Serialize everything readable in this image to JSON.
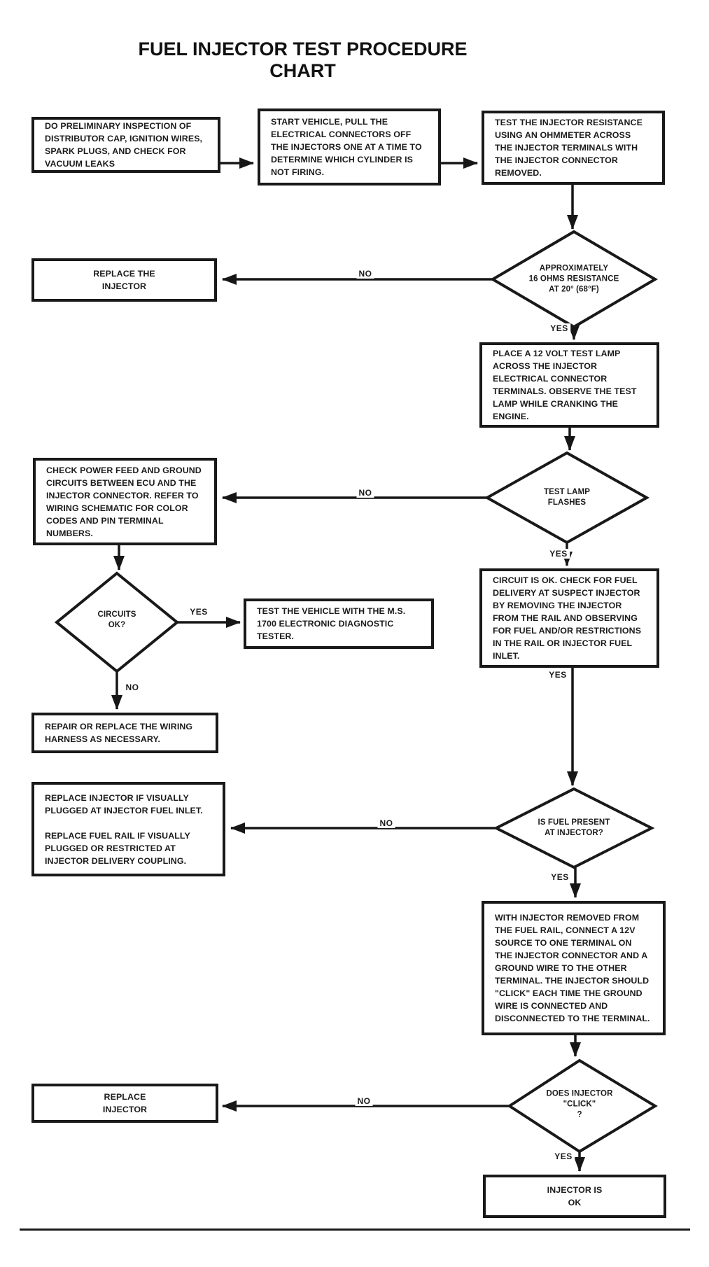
{
  "title": "FUEL INJECTOR TEST PROCEDURE CHART",
  "labels": {
    "yes": "YES",
    "no": "NO"
  },
  "nodes": {
    "preliminary_inspection": {
      "label": "DO PRELIMINARY INSPECTION OF\nDISTRIBUTOR CAP, IGNITION WIRES,\nSPARK PLUGS, AND CHECK FOR\nVACUUM LEAKS"
    },
    "start_vehicle": {
      "label": "START VEHICLE, PULL THE\nELECTRICAL CONNECTORS OFF\nTHE INJECTORS ONE AT A TIME TO\nDETERMINE WHICH CYLINDER IS\nNOT FIRING."
    },
    "test_resistance": {
      "label": "TEST THE INJECTOR RESISTANCE\nUSING AN OHMMETER ACROSS\nTHE INJECTOR TERMINALS WITH\nTHE INJECTOR CONNECTOR\nREMOVED."
    },
    "resistance_decision": {
      "label": "APPROXIMATELY\n16 OHMS RESISTANCE\nAT 20° (68°F)"
    },
    "replace_the_injector": {
      "label": "REPLACE THE\nINJECTOR"
    },
    "test_lamp": {
      "label": "PLACE A 12 VOLT TEST LAMP\nACROSS THE INJECTOR\nELECTRICAL CONNECTOR\nTERMINALS. OBSERVE THE TEST\nLAMP WHILE CRANKING THE\nENGINE."
    },
    "lamp_flashes_decision": {
      "label": "TEST LAMP\nFLASHES"
    },
    "check_power_feed": {
      "label": "CHECK POWER FEED AND GROUND\nCIRCUITS BETWEEN ECU AND THE\nINJECTOR CONNECTOR. REFER TO\nWIRING SCHEMATIC FOR COLOR\nCODES AND PIN TERMINAL\nNUMBERS."
    },
    "circuit_ok_check_fuel": {
      "label": "CIRCUIT IS OK. CHECK FOR FUEL\nDELIVERY AT SUSPECT INJECTOR\nBY REMOVING THE INJECTOR\nFROM THE RAIL AND OBSERVING\nFOR FUEL AND/OR RESTRICTIONS\nIN THE RAIL OR INJECTOR FUEL\nINLET."
    },
    "circuits_ok_decision": {
      "label": "CIRCUITS\nOK?"
    },
    "diagnostic_tester": {
      "label": "TEST THE VEHICLE WITH THE M.S.\n1700 ELECTRONIC DIAGNOSTIC\nTESTER."
    },
    "repair_harness": {
      "label": "REPAIR OR REPLACE THE WIRING\nHARNESS AS NECESSARY."
    },
    "replace_if_plugged": {
      "label": "REPLACE INJECTOR IF VISUALLY\nPLUGGED AT INJECTOR FUEL INLET.\n\nREPLACE FUEL RAIL IF VISUALLY\nPLUGGED OR RESTRICTED AT\nINJECTOR DELIVERY COUPLING."
    },
    "fuel_present_decision": {
      "label": "IS FUEL PRESENT\nAT INJECTOR?"
    },
    "click_test": {
      "label": "WITH INJECTOR REMOVED FROM\nTHE FUEL RAIL, CONNECT A 12V\nSOURCE TO ONE TERMINAL ON\nTHE INJECTOR CONNECTOR AND A\nGROUND WIRE TO THE OTHER\nTERMINAL. THE INJECTOR SHOULD\n\"CLICK\" EACH TIME THE GROUND\nWIRE IS CONNECTED AND\nDISCONNECTED TO THE TERMINAL."
    },
    "does_click_decision": {
      "label": "DOES INJECTOR\n\"CLICK\"\n?"
    },
    "replace_injector": {
      "label": "REPLACE\nINJECTOR"
    },
    "injector_ok": {
      "label": "INJECTOR IS\nOK"
    }
  }
}
